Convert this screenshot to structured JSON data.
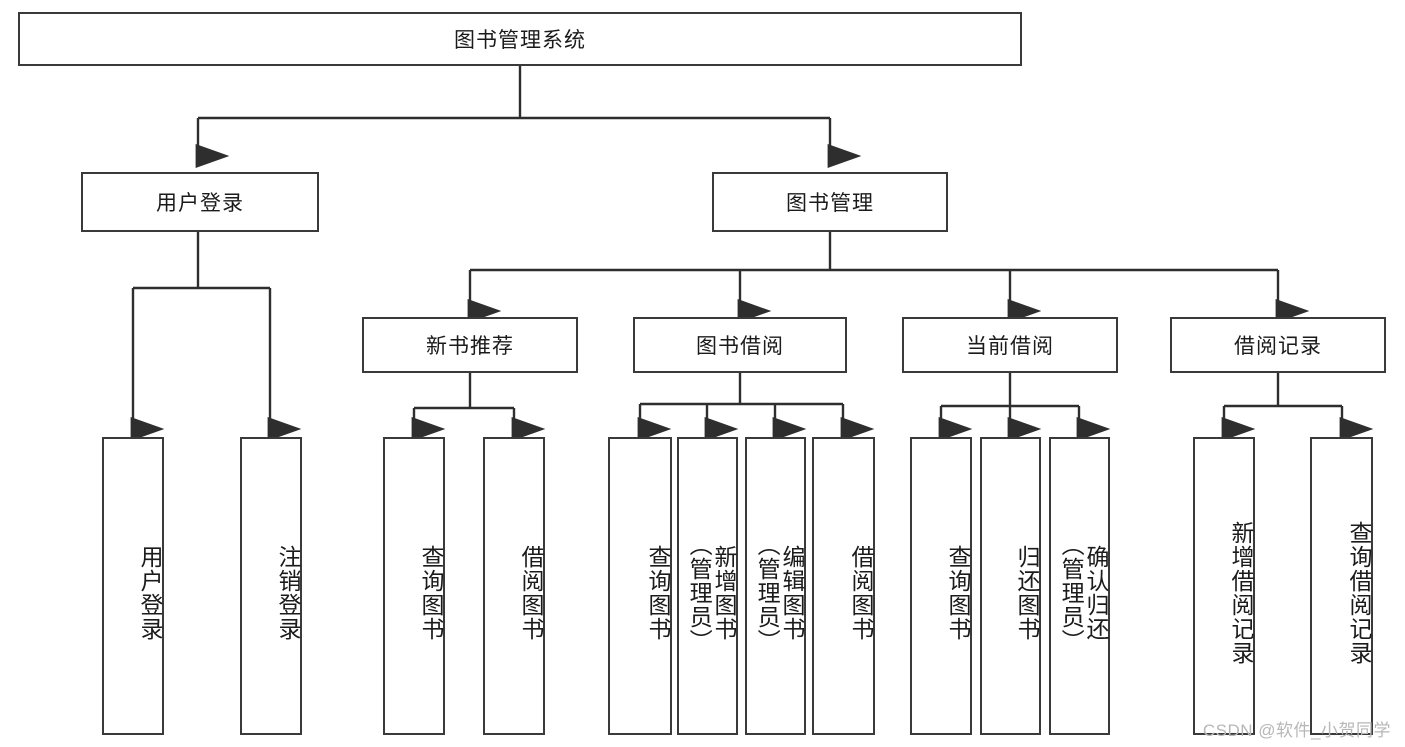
{
  "diagram": {
    "title": "图书管理系统",
    "type": "tree-hierarchy-diagram",
    "background_color": "#ffffff",
    "line_color": "#2e2e2e",
    "box_border_color": "#3a3a3a",
    "levels": {
      "level1": [
        "图书管理系统"
      ],
      "level2": [
        "用户登录",
        "图书管理"
      ],
      "level3": [
        "新书推荐",
        "图书借阅",
        "当前借阅",
        "借阅记录"
      ],
      "level4": [
        "用户登录",
        "注销登录",
        "查询图书",
        "借阅图书",
        "查询图书",
        "新增图书（管理员）",
        "编辑图书（管理员）",
        "借阅图书",
        "查询图书",
        "归还图书",
        "确认归还（管理员）",
        "新增借阅记录",
        "查询借阅记录"
      ]
    },
    "nodes": {
      "root": {
        "label": "图书管理系统"
      },
      "user_login": {
        "label": "用户登录"
      },
      "book_manage": {
        "label": "图书管理"
      },
      "new_book_rec": {
        "label": "新书推荐"
      },
      "book_borrow": {
        "label": "图书借阅"
      },
      "current_borrow": {
        "label": "当前借阅"
      },
      "borrow_record": {
        "label": "借阅记录"
      },
      "leaf_user_login": {
        "label": "用户登录"
      },
      "leaf_logout": {
        "label": "注销登录"
      },
      "leaf_query_book_1": {
        "label": "查询图书"
      },
      "leaf_borrow_book_1": {
        "label": "借阅图书"
      },
      "leaf_query_book_2": {
        "label": "查询图书"
      },
      "leaf_add_book": {
        "label": "新增图书\n（管理员）"
      },
      "leaf_edit_book": {
        "label": "编辑图书\n（管理员）"
      },
      "leaf_borrow_book_2": {
        "label": "借阅图书"
      },
      "leaf_query_book_3": {
        "label": "查询图书"
      },
      "leaf_return_book": {
        "label": "归还图书"
      },
      "leaf_confirm_return": {
        "label": "确认归还\n（管理员）"
      },
      "leaf_add_record": {
        "label": "新增借阅记录"
      },
      "leaf_query_record": {
        "label": "查询借阅记录"
      }
    }
  },
  "watermark": {
    "text": "CSDN @软件_小贺同学"
  }
}
